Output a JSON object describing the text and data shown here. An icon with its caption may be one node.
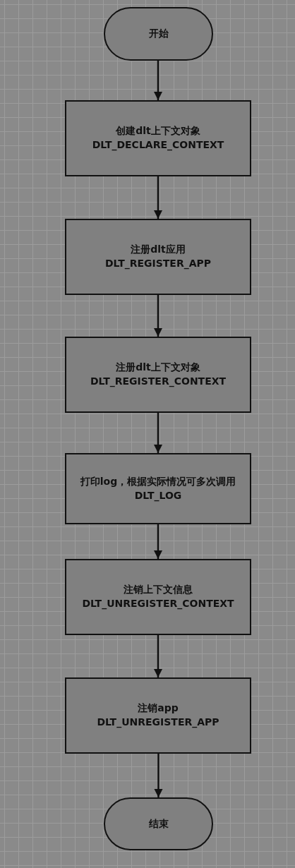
{
  "diagram": {
    "nodes": [
      {
        "text": [
          "开始"
        ]
      },
      {
        "text": [
          "创建dlt上下文对象",
          "DLT_DECLARE_CONTEXT"
        ]
      },
      {
        "text": [
          "注册dlt应用",
          "DLT_REGISTER_APP"
        ]
      },
      {
        "text": [
          "注册dlt上下文对象",
          "DLT_REGISTER_CONTEXT"
        ]
      },
      {
        "text": [
          "打印log，根据实际情况可多次调用",
          "DLT_LOG"
        ]
      },
      {
        "text": [
          "注销上下文信息",
          "DLT_UNREGISTER_CONTEXT"
        ]
      },
      {
        "text": [
          "注销app",
          "DLT_UNREGISTER_APP"
        ]
      },
      {
        "text": [
          "结束"
        ]
      }
    ],
    "edges": [
      {
        "from": 0,
        "to": 1,
        "arrow": "to"
      },
      {
        "from": 1,
        "to": 2,
        "arrow": "to"
      },
      {
        "from": 2,
        "to": 3,
        "arrow": "to"
      },
      {
        "from": 3,
        "to": 4,
        "arrow": "to"
      },
      {
        "from": 4,
        "to": 5,
        "arrow": "to"
      },
      {
        "from": 5,
        "to": 6,
        "arrow": "to"
      },
      {
        "from": 6,
        "to": 7,
        "arrow": "to"
      }
    ]
  }
}
